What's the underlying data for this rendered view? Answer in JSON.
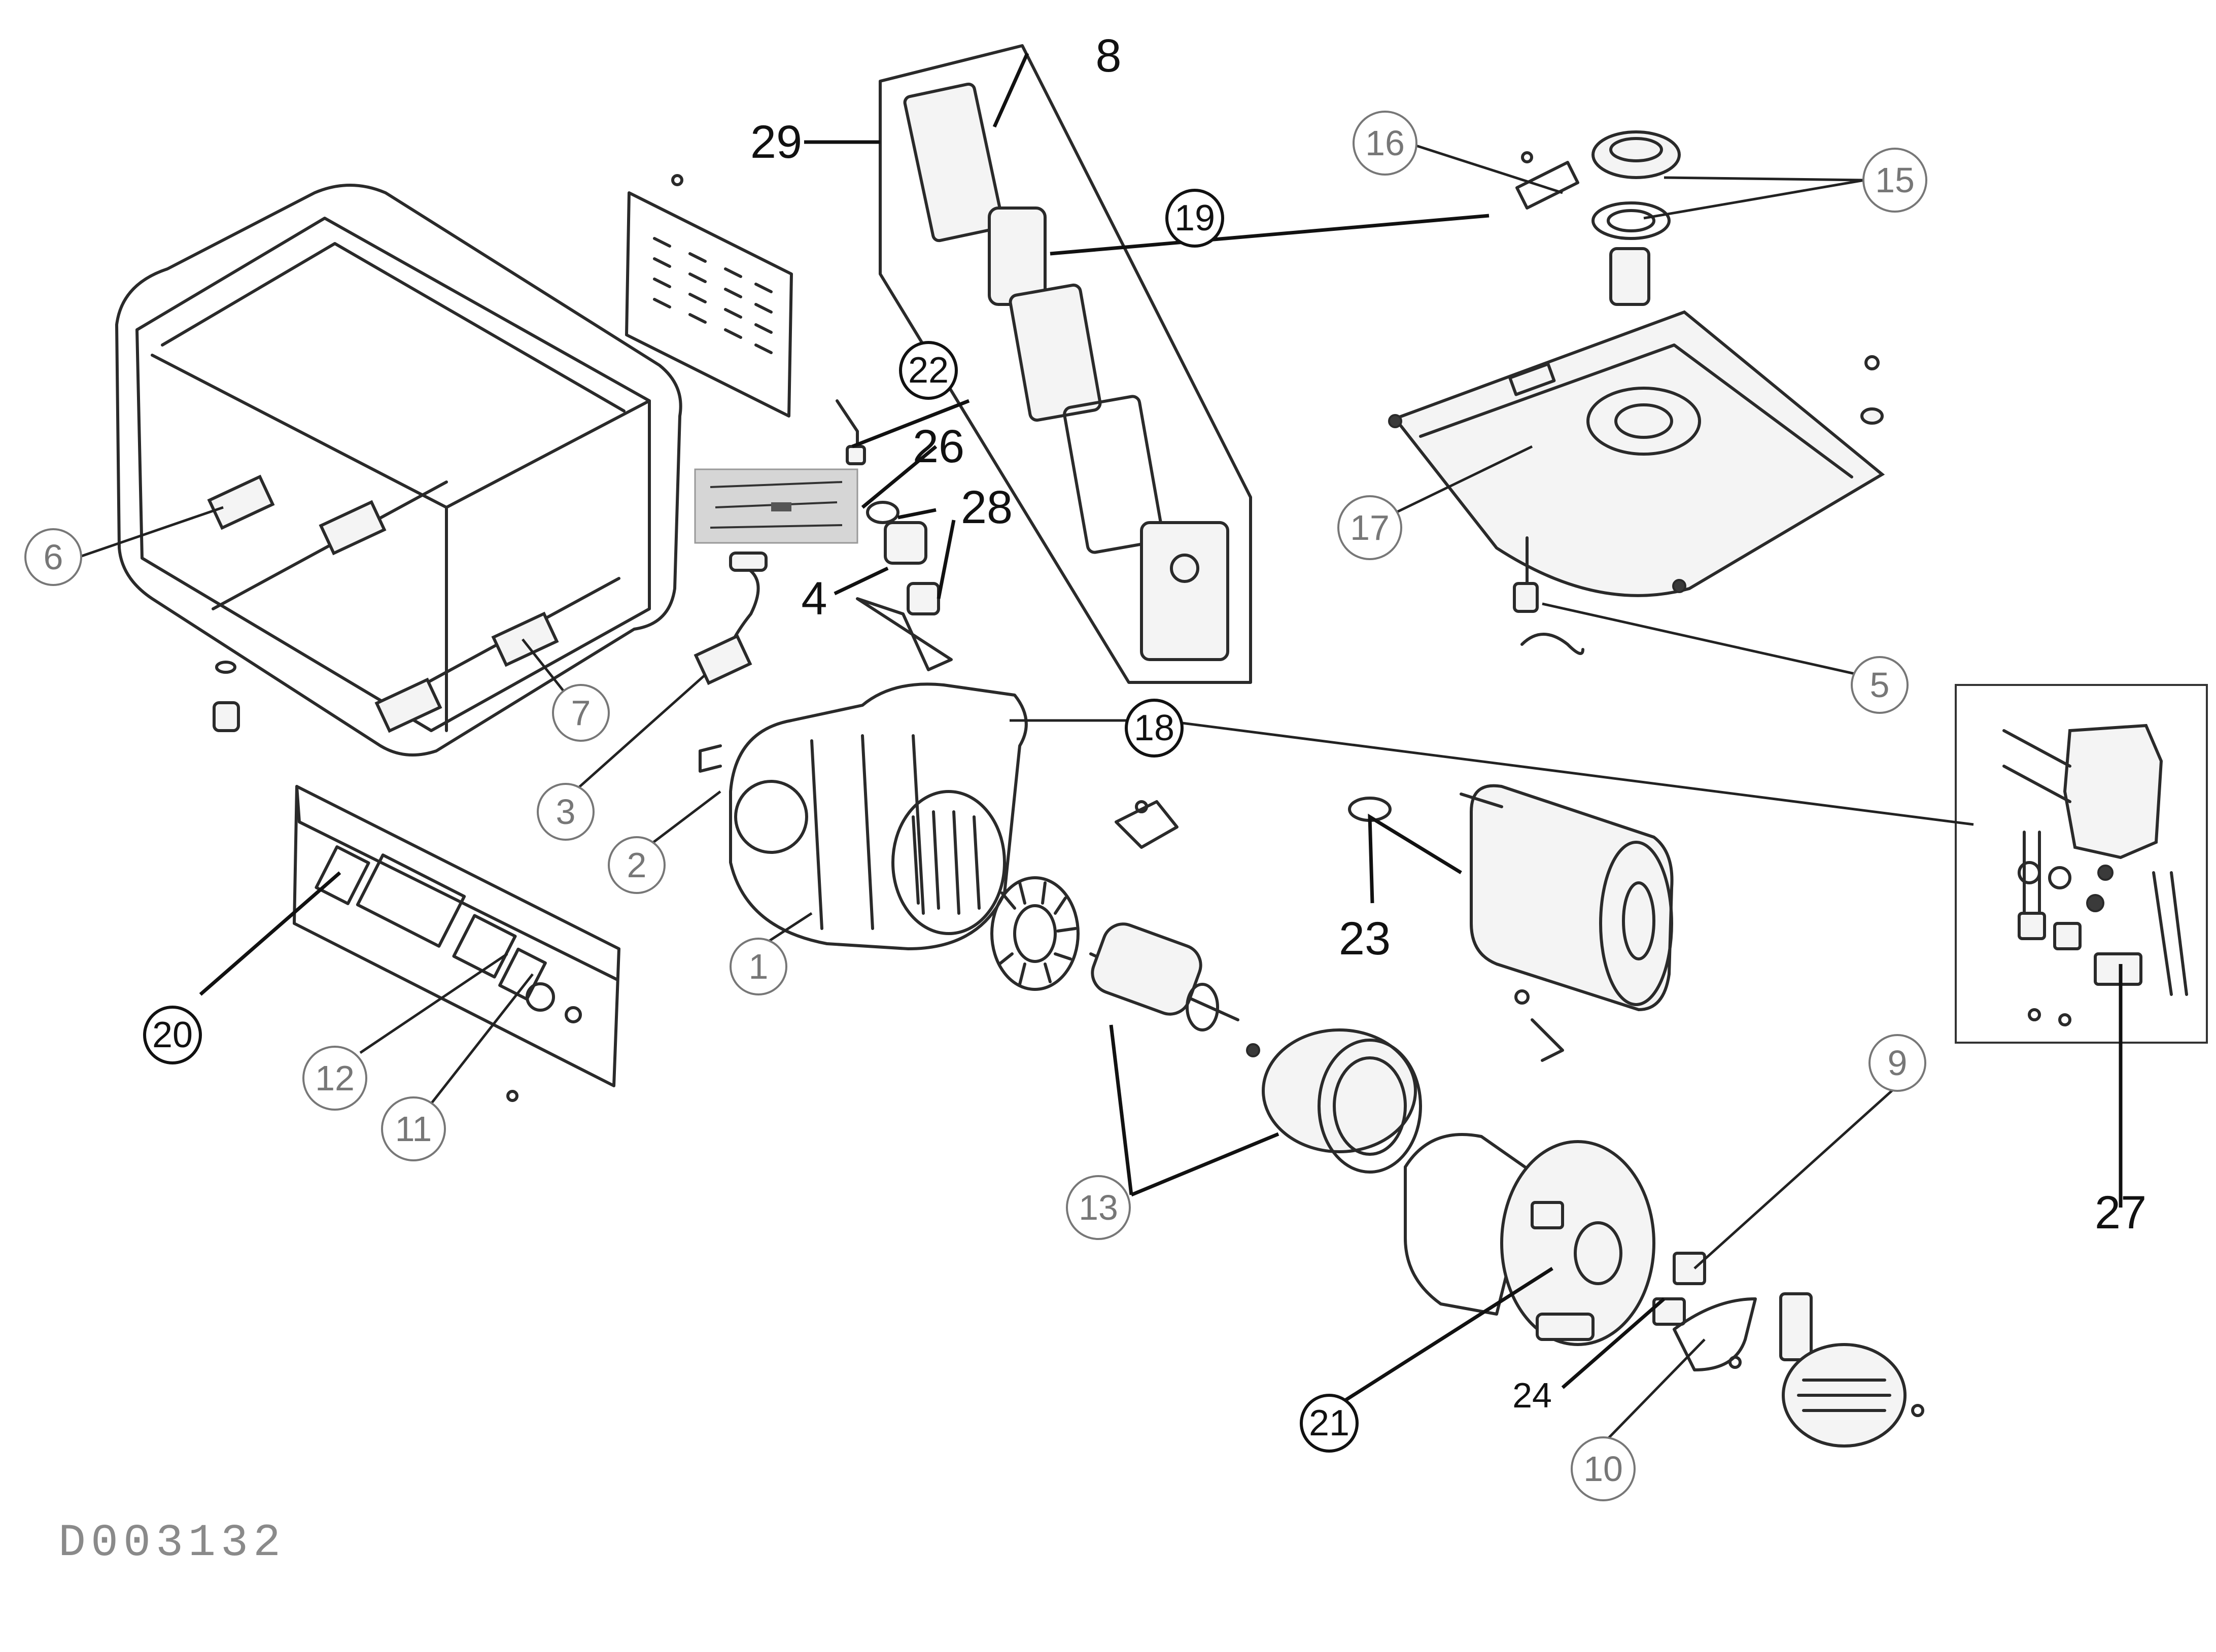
{
  "drawing_code": "D003132",
  "callouts": {
    "c1": "1",
    "c2": "2",
    "c3": "3",
    "c4": "4",
    "c5": "5",
    "c6": "6",
    "c7": "7",
    "c8": "8",
    "c9": "9",
    "c10": "10",
    "c11": "11",
    "c12": "12",
    "c13": "13",
    "c15": "15",
    "c16": "16",
    "c17": "17",
    "c18": "18",
    "c19": "19",
    "c20": "20",
    "c21": "21",
    "c22": "22",
    "c23": "23",
    "c24": "24",
    "c26": "26",
    "c27": "27",
    "c28": "28",
    "c29": "29"
  }
}
